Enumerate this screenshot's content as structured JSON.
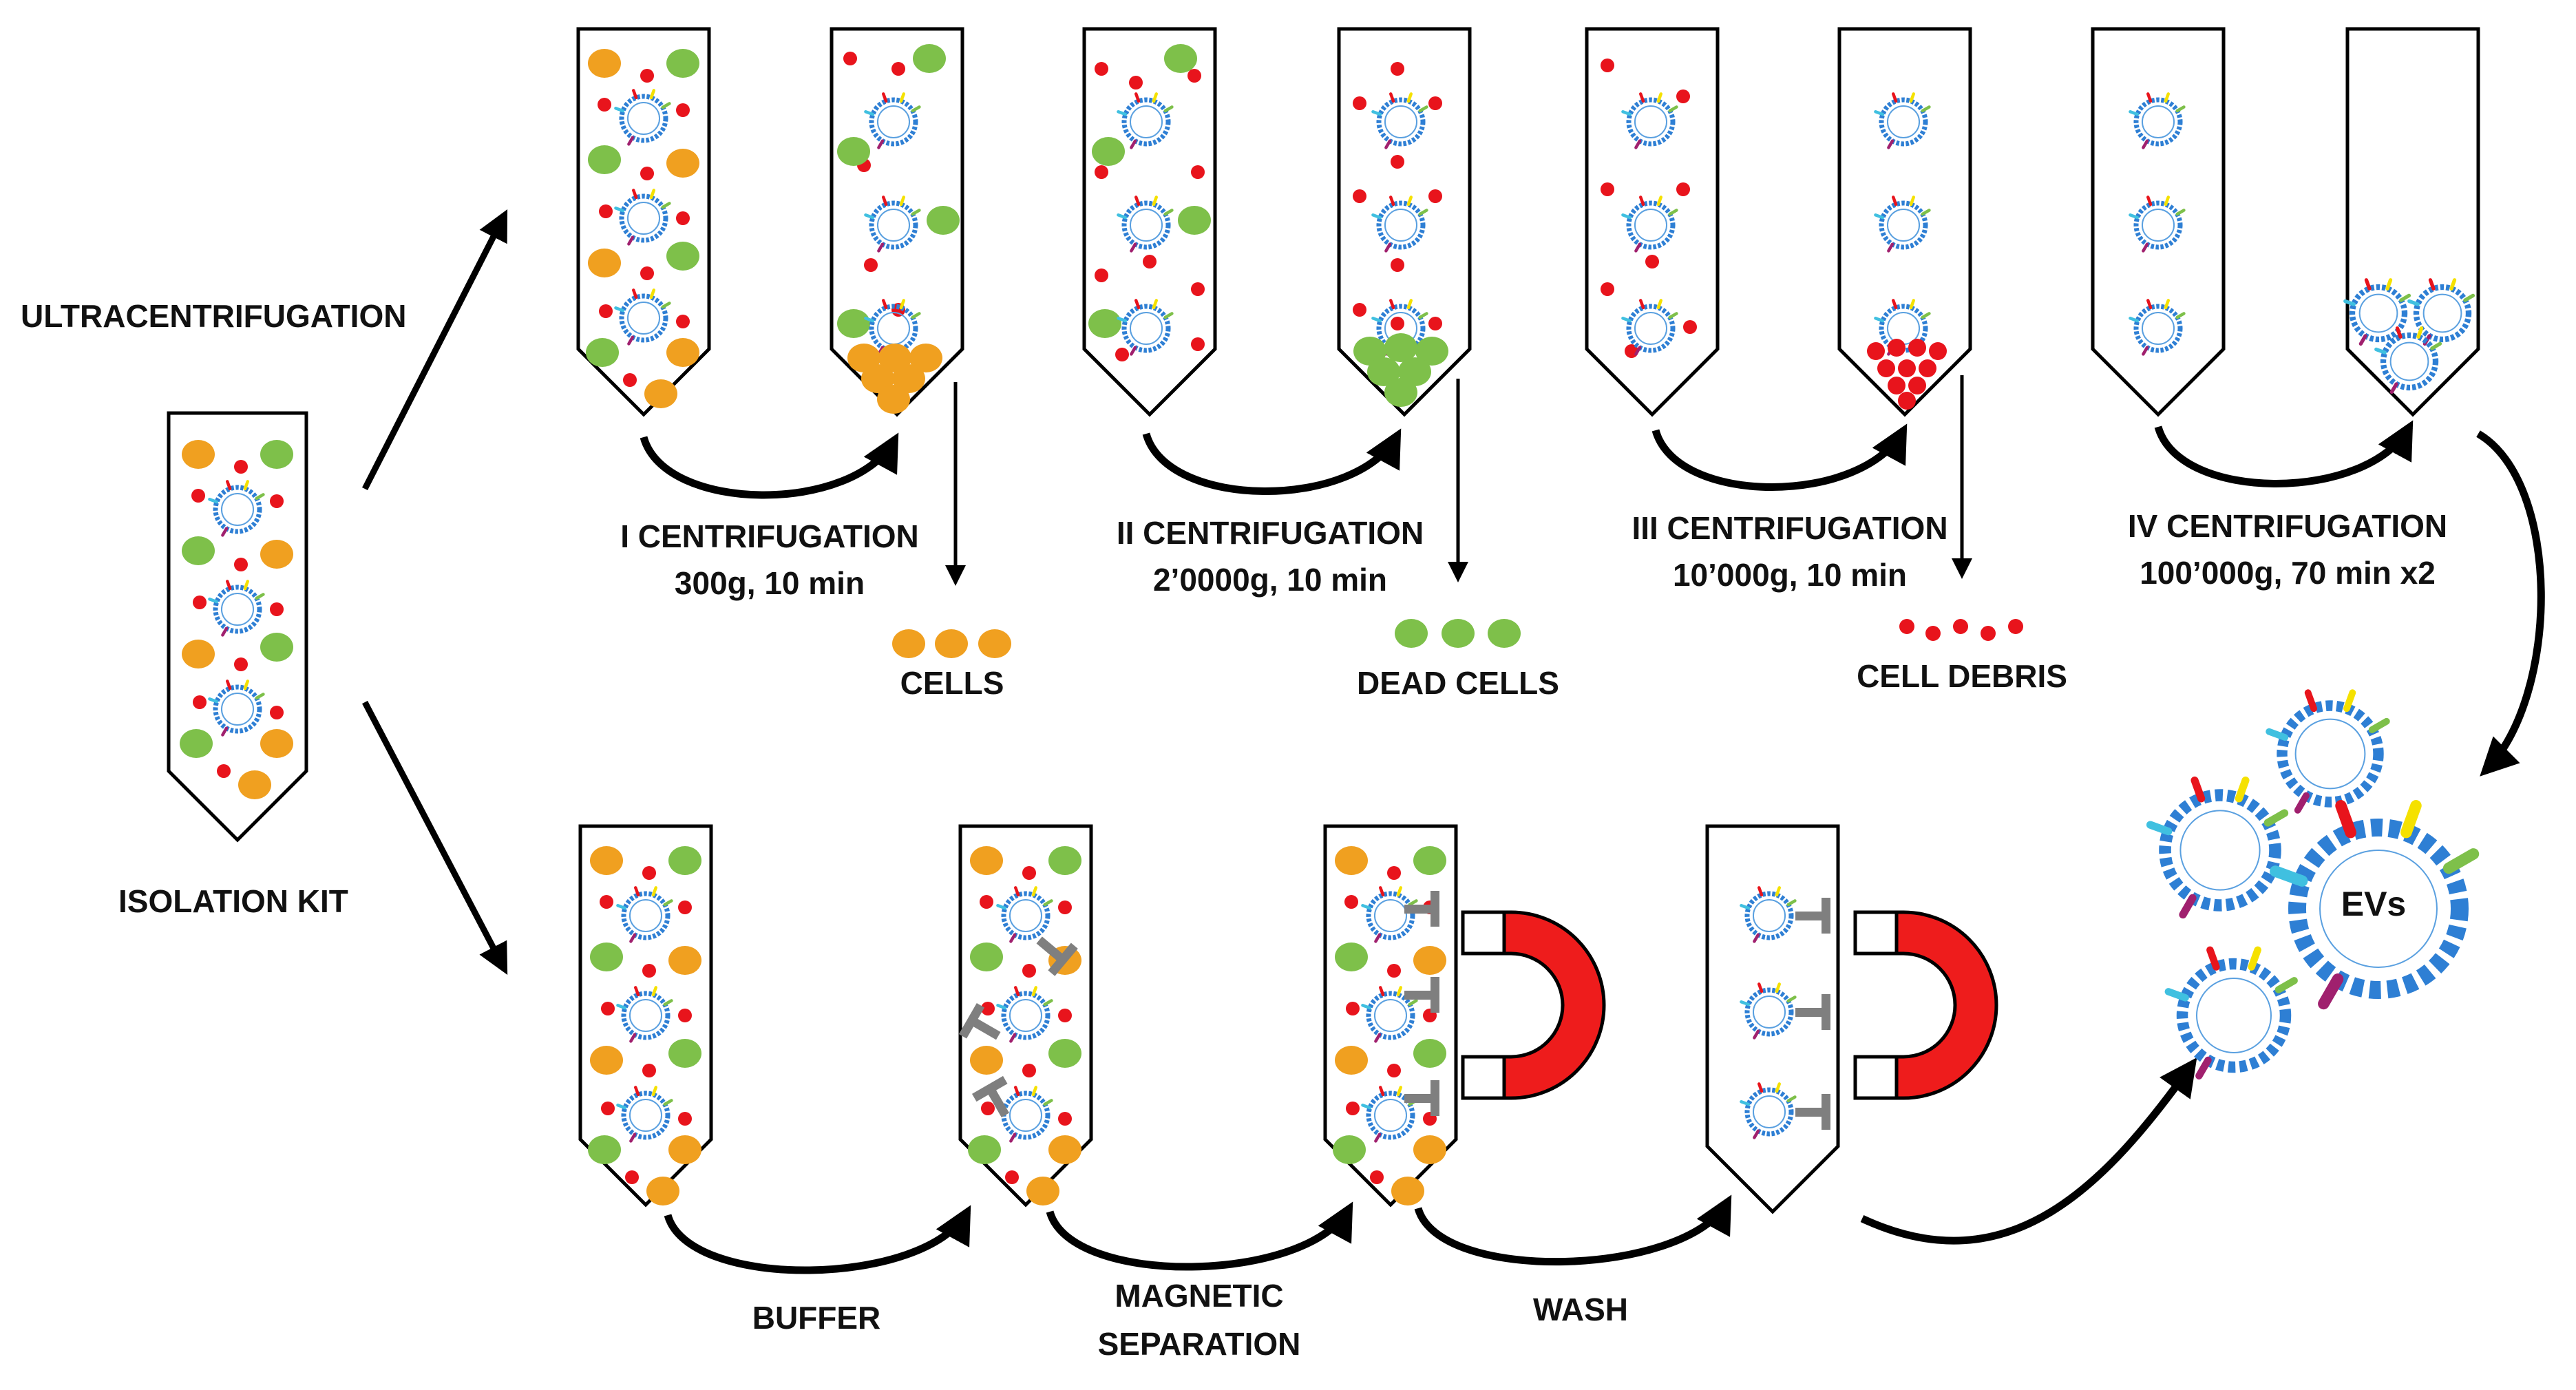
{
  "branches": {
    "ultracentrifugation": "ULTRACENTRIFUGATION",
    "isolation_kit": "ISOLATION KIT"
  },
  "centrifugation_steps": [
    {
      "title": "I CENTRIFUGATION",
      "params": "300g, 10 min",
      "removed": "CELLS"
    },
    {
      "title": "II CENTRIFUGATION",
      "params": "2’0000g, 10 min",
      "removed": "DEAD CELLS"
    },
    {
      "title": "III CENTRIFUGATION",
      "params": "10’000g, 10 min",
      "removed": "CELL DEBRIS"
    },
    {
      "title": "IV CENTRIFUGATION",
      "params": "100’000g, 70 min x2"
    }
  ],
  "kit_steps": {
    "buffer": "BUFFER",
    "magnetic_line1": "MAGNETIC",
    "magnetic_line2": "SEPARATION",
    "wash": "WASH"
  },
  "result_label": "EVs",
  "colors": {
    "cell": "#f0a020",
    "dead_cell": "#7ec04a",
    "debris": "#e8141c",
    "magnet": "#ee1c1c",
    "antibody": "#7f7f7f",
    "membrane": "#2e7fd4"
  }
}
